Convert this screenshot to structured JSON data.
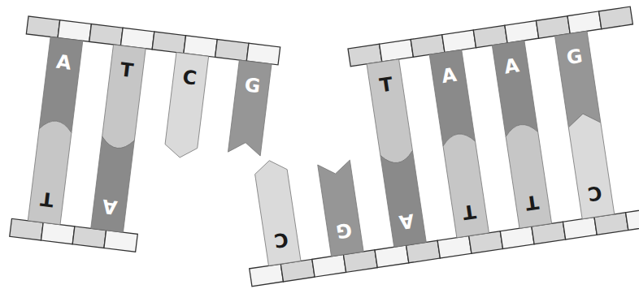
{
  "diagram": {
    "nodes": [
      {
        "text": [
          "A"
        ]
      },
      {
        "text": [
          "T"
        ]
      },
      {
        "text": [
          "C"
        ]
      },
      {
        "text": [
          "G"
        ]
      },
      {
        "text": [
          "T"
        ]
      },
      {
        "text": [
          "A"
        ]
      },
      {
        "text": [
          "A"
        ]
      },
      {
        "text": [
          "G"
        ]
      },
      {
        "text": [
          "T"
        ]
      },
      {
        "text": [
          "A"
        ]
      },
      {
        "text": [
          "C"
        ]
      },
      {
        "text": [
          "G"
        ]
      },
      {
        "text": [
          "A"
        ]
      },
      {
        "text": [
          "T"
        ]
      },
      {
        "text": [
          "T"
        ]
      },
      {
        "text": [
          "C"
        ]
      }
    ]
  }
}
